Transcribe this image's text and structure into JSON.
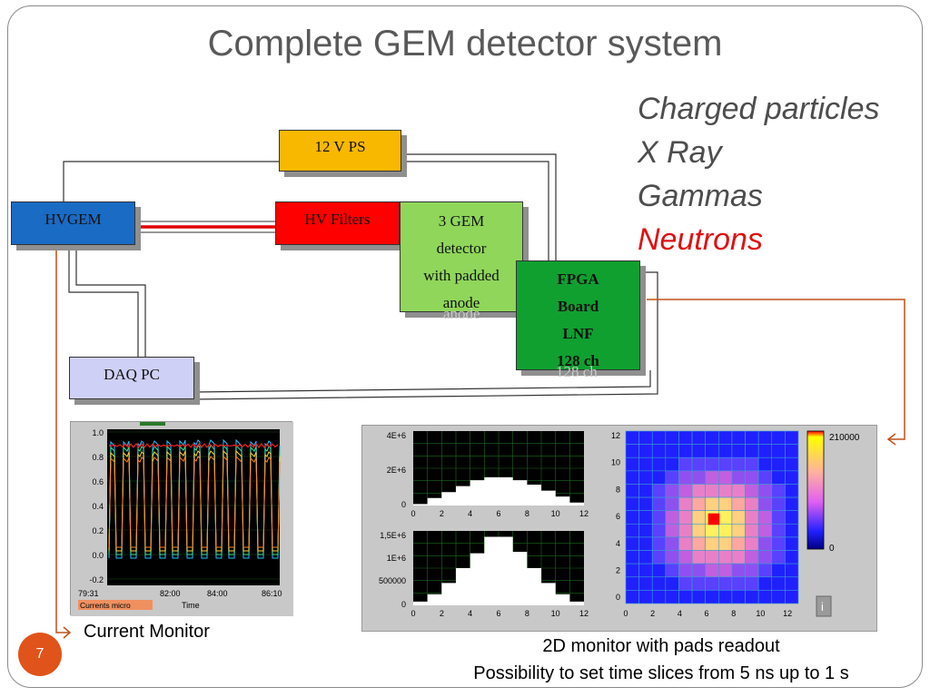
{
  "slide": {
    "title": "Complete GEM detector system",
    "page_number": "7"
  },
  "particles": [
    "Charged particles",
    "X Ray",
    "Gammas",
    "Neutrons"
  ],
  "blocks": {
    "ps": "12 V PS",
    "hvgem": "HVGEM",
    "hv_filters": "HV Filters",
    "gem_lines": [
      "3 GEM",
      "detector",
      "with padded",
      "anode"
    ],
    "fpga_lines": [
      "FPGA",
      "Board",
      "LNF",
      "128 ch"
    ],
    "daq": "DAQ PC"
  },
  "ghost_text": {
    "anode": "anode",
    "ch": "128 ch"
  },
  "current_monitor": {
    "caption": "Current Monitor",
    "y_ticks": [
      "1.0",
      "0.8",
      "0.6",
      "0.4",
      "0.2",
      "0.0",
      "-0.2"
    ],
    "x_ticks": [
      "79:31",
      "82:00",
      "84:00",
      "86:10"
    ],
    "x_label": "Time",
    "tag": "Currents micro"
  },
  "pad_monitor": {
    "caption": "2D monitor with pads readout",
    "caption2": "Possibility to set time slices from 5 ns up to 1 s",
    "top_hist": {
      "y_ticks": [
        "4E+6",
        "2E+6",
        "0"
      ],
      "x_ticks": [
        "0",
        "2",
        "4",
        "6",
        "8",
        "10",
        "12"
      ]
    },
    "bottom_hist": {
      "y_ticks": [
        "1,5E+6",
        "1E+6",
        "500000",
        "0"
      ],
      "x_ticks": [
        "0",
        "2",
        "4",
        "6",
        "8",
        "10",
        "12"
      ]
    },
    "map": {
      "y_ticks": [
        "12",
        "10",
        "8",
        "6",
        "4",
        "2",
        "0"
      ],
      "x_ticks": [
        "0",
        "2",
        "4",
        "6",
        "8",
        "10",
        "12"
      ],
      "scale_max": "210000",
      "scale_min": "0",
      "info_button": "i"
    }
  },
  "colors": {
    "neutrons": "#e01010",
    "hv_line": "#e00000",
    "arrow": "#c0501a"
  }
}
